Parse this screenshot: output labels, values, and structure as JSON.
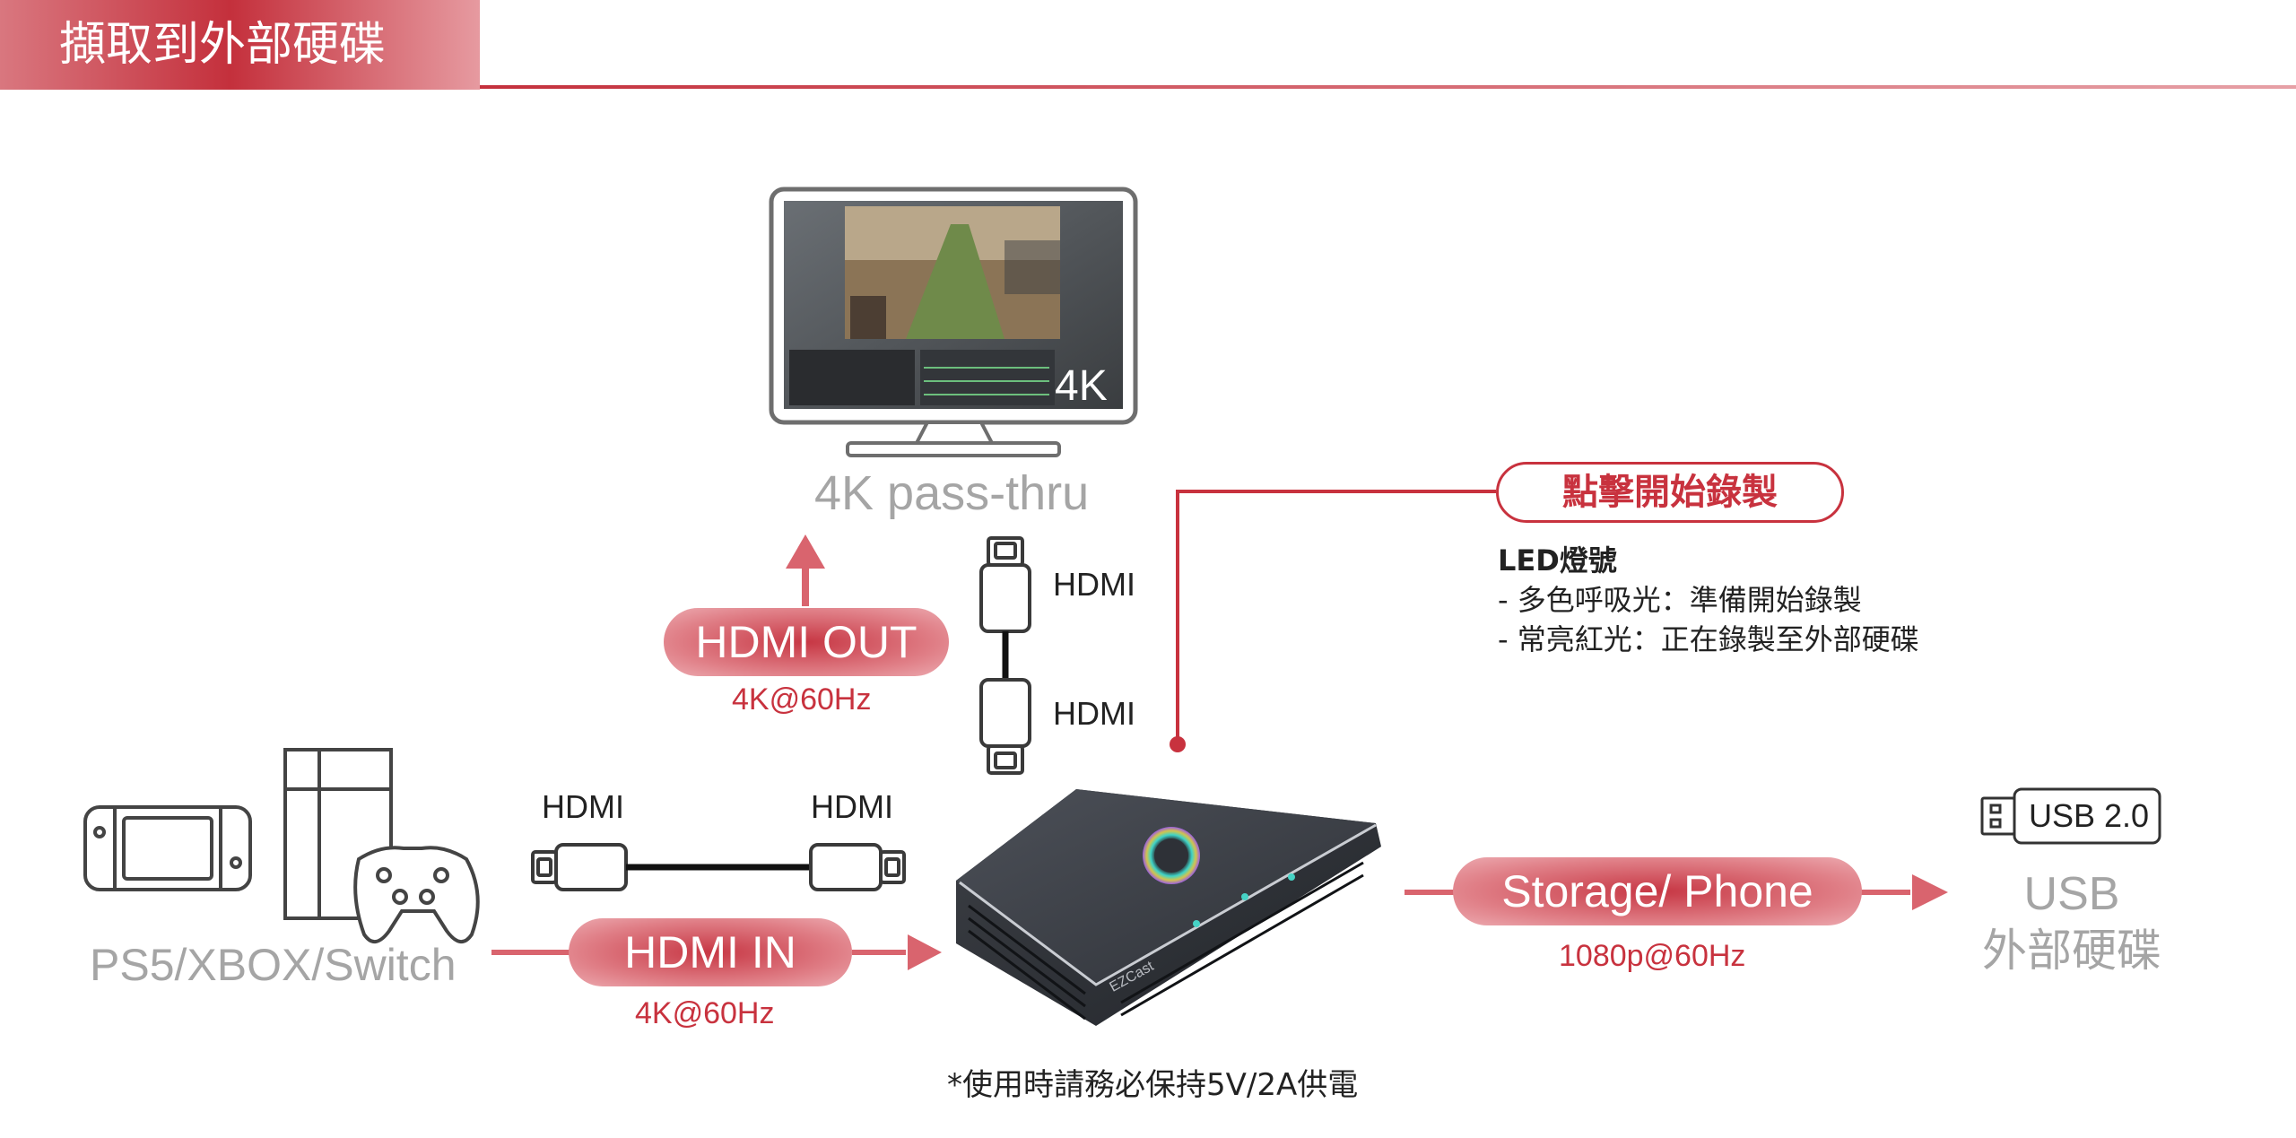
{
  "header": {
    "title": "擷取到外部硬碟"
  },
  "monitor": {
    "badge": "4K",
    "caption": "4K pass-thru"
  },
  "hdmi_out": {
    "label": "HDMI OUT",
    "spec": "4K@60Hz"
  },
  "hdmi_in": {
    "label": "HDMI IN",
    "spec": "4K@60Hz"
  },
  "cables": {
    "vertical_top": "HDMI",
    "vertical_bottom": "HDMI",
    "horizontal_left": "HDMI",
    "horizontal_right": "HDMI"
  },
  "consoles": {
    "caption": "PS5/XBOX/Switch"
  },
  "record": {
    "button_label": "點擊開始錄製",
    "led_title": "LED燈號",
    "led_lines": [
      "- 多色呼吸光：準備開始錄製",
      "- 常亮紅光：正在錄製至外部硬碟"
    ]
  },
  "storage": {
    "label": "Storage/ Phone",
    "spec": "1080p@60Hz"
  },
  "usb": {
    "drive_label": "USB 2.0",
    "caption_line1": "USB",
    "caption_line2": "外部硬碟"
  },
  "device": {
    "brand": "EZCast"
  },
  "footnote": "*使用時請務必保持5V/2A供電",
  "colors": {
    "accent": "#c8323e",
    "pill_light": "#e8959c",
    "caption_grey": "#a5a5a5",
    "text_dark": "#222222"
  }
}
